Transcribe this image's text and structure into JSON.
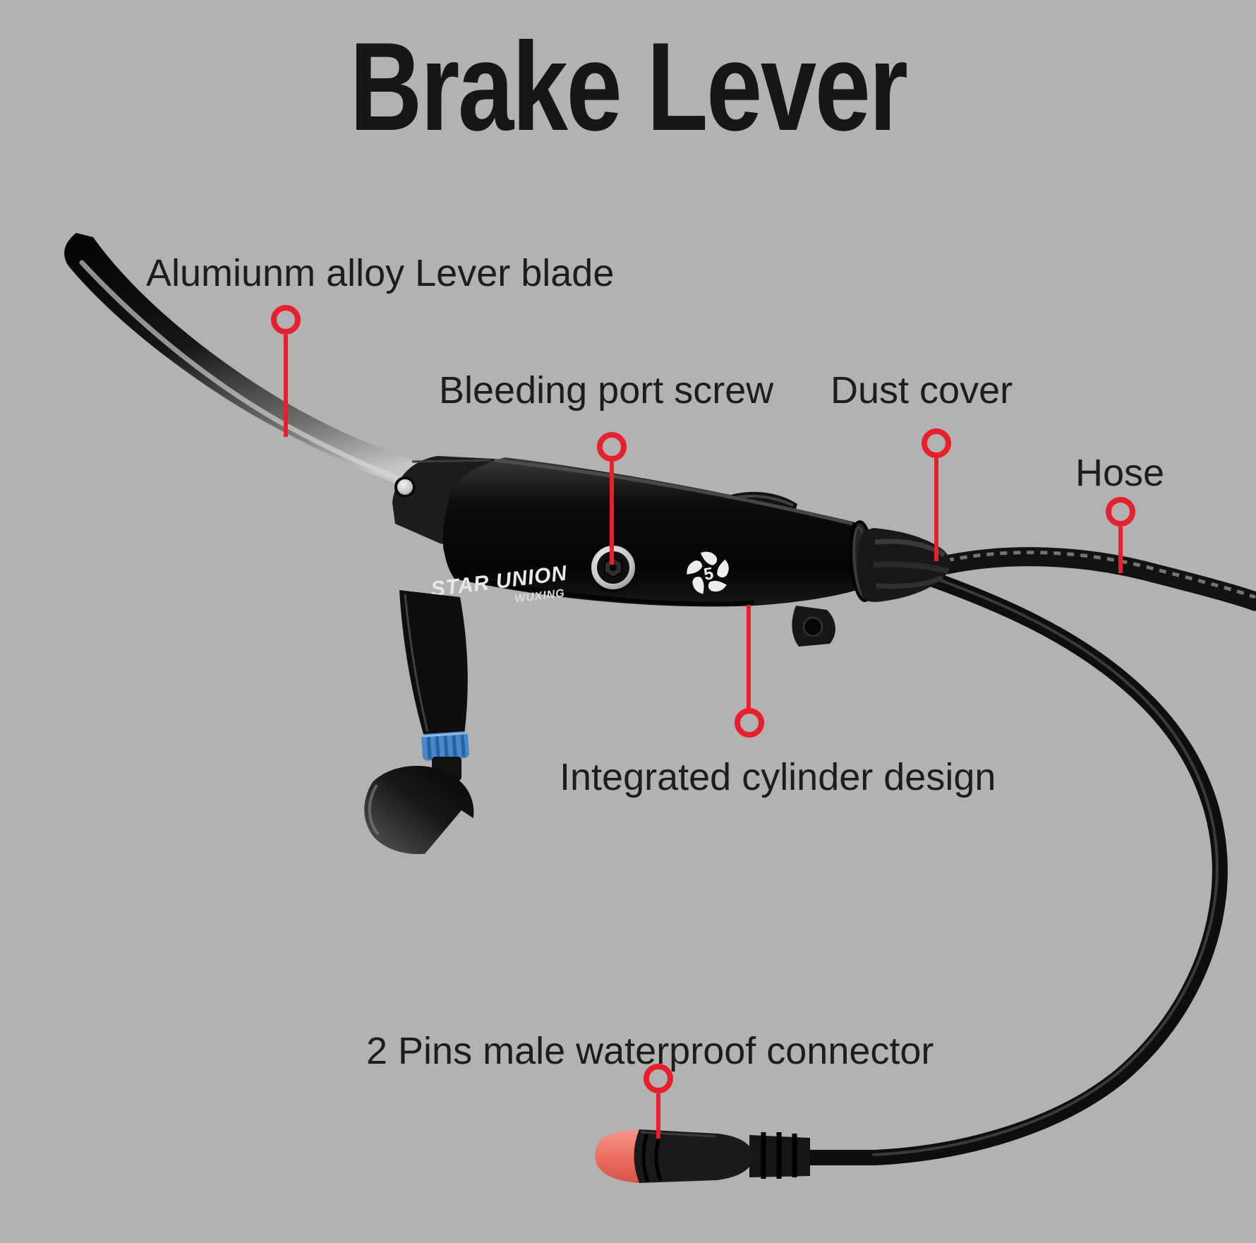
{
  "page": {
    "title": "Brake Lever",
    "background_color": "#b2b2b2",
    "accent_color": "#e8202e",
    "text_color": "#1d1d1d"
  },
  "callouts": [
    {
      "id": "lever-blade",
      "label": "Alumiunm alloy Lever blade"
    },
    {
      "id": "bleeding-port-screw",
      "label": "Bleeding port screw"
    },
    {
      "id": "dust-cover",
      "label": "Dust cover"
    },
    {
      "id": "hose",
      "label": "Hose"
    },
    {
      "id": "integrated-cylinder",
      "label": "Integrated cylinder design"
    },
    {
      "id": "waterproof-connector",
      "label": "2 Pins male waterproof connector"
    }
  ],
  "product_markings": {
    "brand_line1": "STAR UNION",
    "brand_line2": "WUXING",
    "hub_logo_number": "5"
  }
}
